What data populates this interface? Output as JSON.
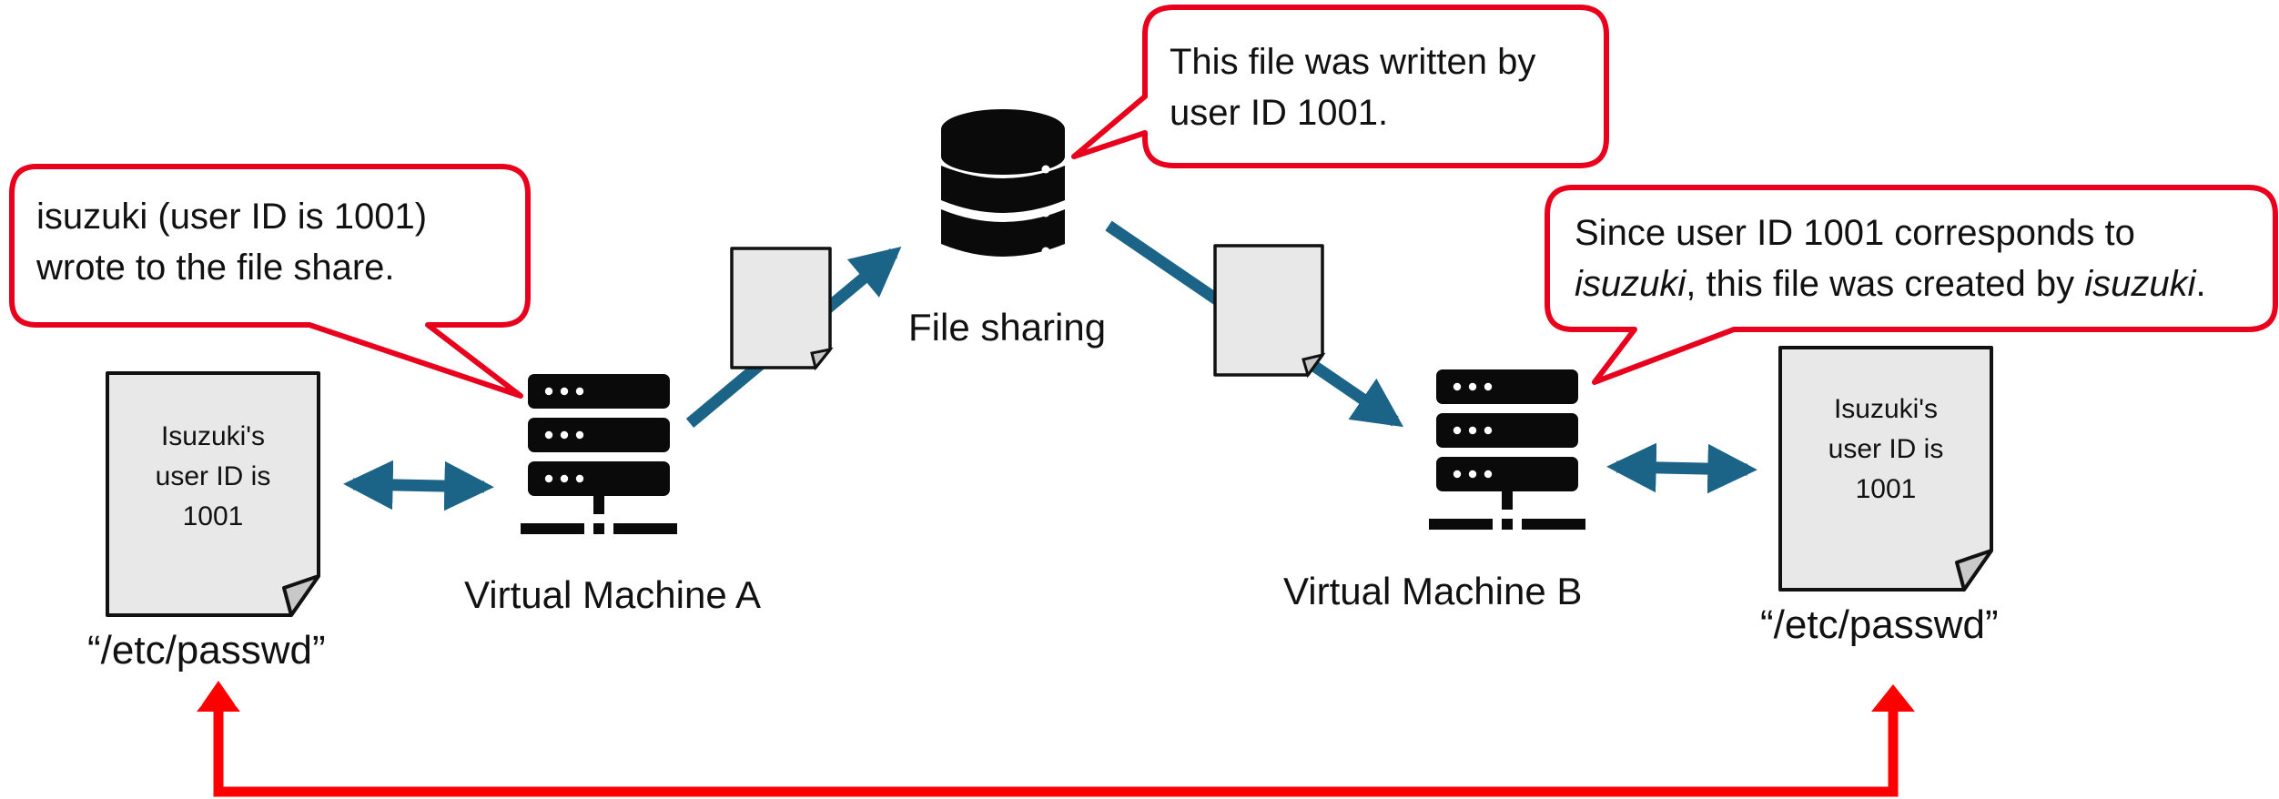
{
  "colors": {
    "callout_border": "#e8001c",
    "flow_arrow": "#1b6487",
    "mapping_arrow": "#ff0000",
    "server": "#0a0a0a",
    "document_fill": "#e8e8e8"
  },
  "icons": {
    "server": "server-rack-icon",
    "database": "database-icon",
    "file": "file-icon"
  },
  "callouts": {
    "vm_a": {
      "line1": "isuzuki (user ID is 1001)",
      "line2": "wrote to the file share."
    },
    "file_share": {
      "line1": "This file was written by",
      "line2": "user ID 1001."
    },
    "vm_b": {
      "line1_text": "Since user ID 1001 corresponds to",
      "line2_italic_a": "isuzuki",
      "line2_middle": ", this file was created by ",
      "line2_italic_b": "isuzuki",
      "line2_end": "."
    }
  },
  "labels": {
    "file_sharing": "File sharing",
    "vm_a": "Virtual Machine A",
    "vm_b": "Virtual Machine B",
    "passwd_left": "“/etc/passwd”",
    "passwd_right": "“/etc/passwd”"
  },
  "documents": {
    "left": {
      "line1": "Isuzuki's",
      "line2": "user ID is",
      "line3": "1001"
    },
    "right": {
      "line1": "Isuzuki's",
      "line2": "user ID is",
      "line3": "1001"
    }
  }
}
